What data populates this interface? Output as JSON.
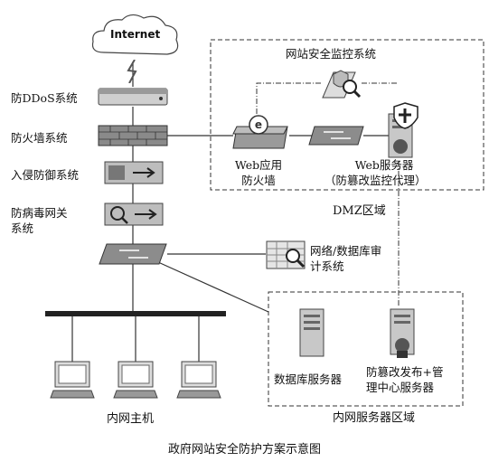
{
  "cloud_label": "Internet",
  "devices": {
    "ddos": "防DDoS系统",
    "firewall": "防火墙系统",
    "ips": "入侵防御系统",
    "antivirus_line1": "防病毒网关",
    "antivirus_line2": "系统",
    "audit_line1": "网络/数据库审",
    "audit_line2": "计系统"
  },
  "dmz": {
    "monitor_title": "网站安全监控系统",
    "waf_line1": "Web应用",
    "waf_line2": "防火墙",
    "web_line1": "Web服务器",
    "web_line2": "（防篡改监控代理）",
    "zone_label": "DMZ区域"
  },
  "intranet": {
    "db_server": "数据库服务器",
    "mgmt_line1": "防篡改发布+管",
    "mgmt_line2": "理中心服务器",
    "zone_label": "内网服务器区域",
    "hosts_label": "内网主机"
  },
  "caption": "政府网站安全防护方案示意图",
  "icons": [
    "cloud-icon",
    "lightning-icon",
    "router-icon",
    "firewall-icon",
    "ips-icon",
    "antivirus-gateway-icon",
    "switch-icon",
    "monitor-magnifier-icon",
    "waf-icon",
    "server-shield-icon",
    "audit-icon",
    "db-server-icon",
    "mgmt-server-icon",
    "computer-icon"
  ]
}
